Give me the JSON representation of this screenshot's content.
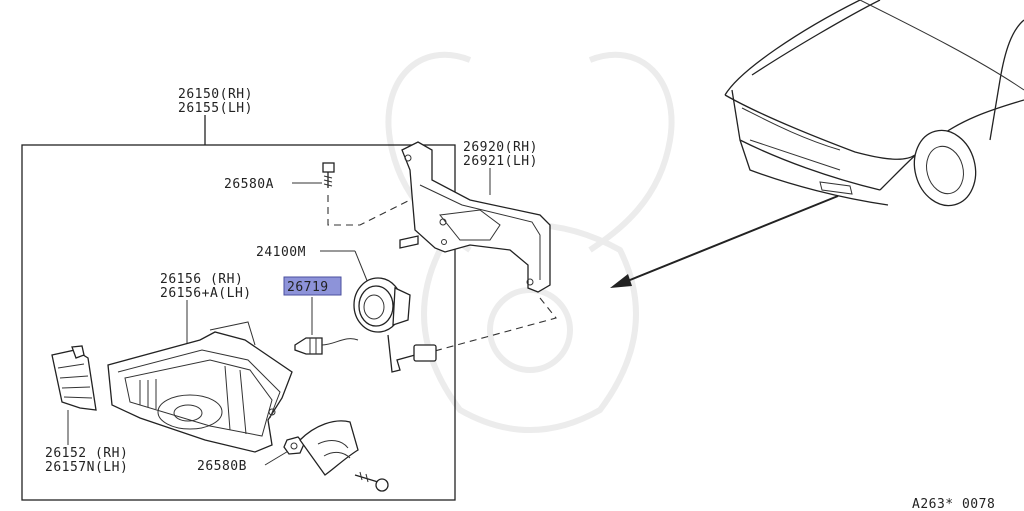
{
  "parts": {
    "fog_lamp_assembly": [
      "26150(RH)",
      "26155(LH)"
    ],
    "bracket": [
      "26920(RH)",
      "26921(LH)"
    ],
    "screw_top": "26580A",
    "socket": "24100M",
    "lens_housing": [
      "26156   (RH)",
      "26156+A(LH)"
    ],
    "bulb": "26719",
    "cover": [
      "26152  (RH)",
      "26157N(LH)"
    ],
    "screw_bottom": "26580B"
  },
  "colors": {
    "highlight": "#8d93d9",
    "line": "#222222"
  },
  "footer": {
    "diagram_code": "A263* 0078"
  }
}
